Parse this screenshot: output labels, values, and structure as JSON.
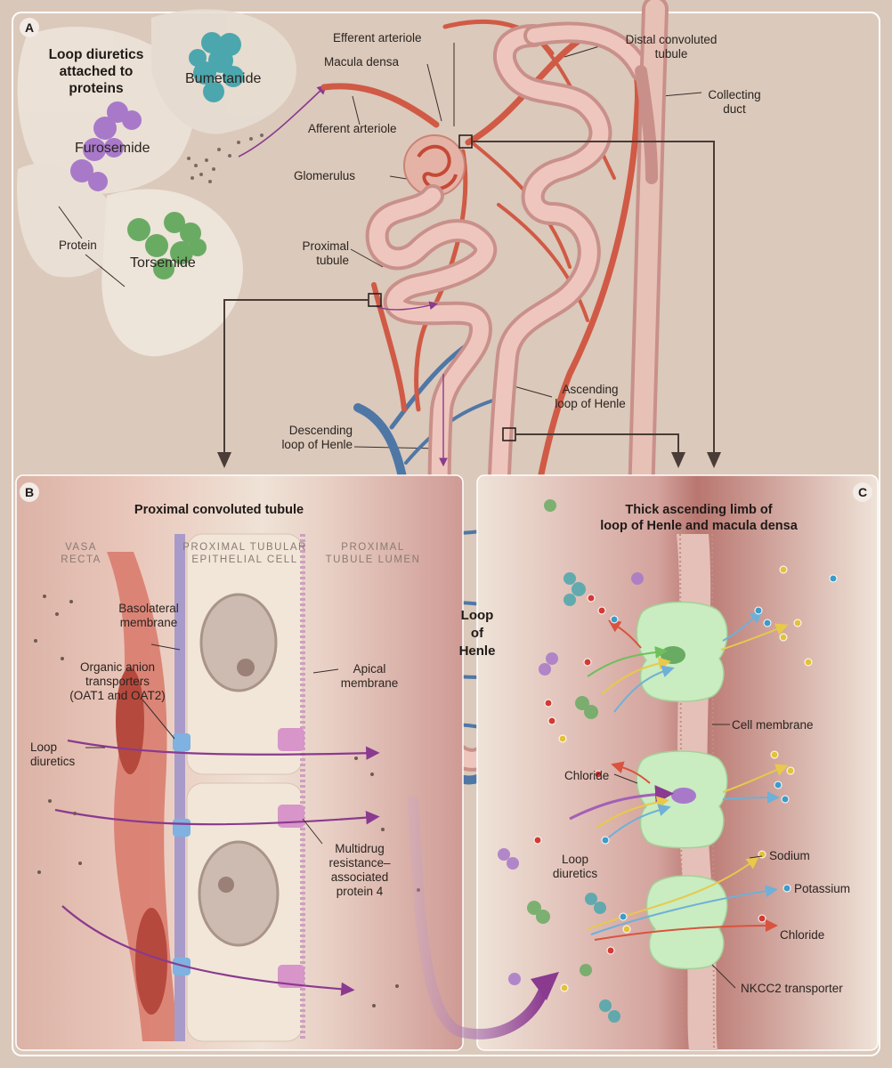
{
  "panel_a": {
    "letter": "A",
    "title_lines": [
      "Loop diuretics",
      "attached to",
      "proteins"
    ],
    "drugs": {
      "bumetanide": "Bumetanide",
      "furosemide": "Furosemide",
      "torsemide": "Torsemide"
    },
    "protein_label": "Protein",
    "labels": {
      "efferent_arteriole": "Efferent arteriole",
      "macula_densa": "Macula densa",
      "afferent_arteriole": "Afferent arteriole",
      "glomerulus": "Glomerulus",
      "proximal_tubule": [
        "Proximal",
        "tubule"
      ],
      "distal_convoluted_tubule": [
        "Distal convoluted",
        "tubule"
      ],
      "collecting_duct": [
        "Collecting",
        "duct"
      ],
      "ascending_loop": [
        "Ascending",
        "loop of Henle"
      ],
      "descending_loop": [
        "Descending",
        "loop of Henle"
      ],
      "loop_of_henle": [
        "Loop",
        "of",
        "Henle"
      ]
    }
  },
  "panel_b": {
    "letter": "B",
    "title": "Proximal convoluted tubule",
    "regions": {
      "vasa_recta": [
        "VASA",
        "RECTA"
      ],
      "epithelial": [
        "PROXIMAL TUBULAR",
        "EPITHELIAL CELL"
      ],
      "lumen": [
        "PROXIMAL",
        "TUBULE LUMEN"
      ]
    },
    "labels": {
      "basolateral": [
        "Basolateral",
        "membrane"
      ],
      "oat": [
        "Organic anion",
        "transporters",
        "(OAT1 and OAT2)"
      ],
      "loop_diuretics": [
        "Loop",
        "diuretics"
      ],
      "apical": [
        "Apical",
        "membrane"
      ],
      "mrp4": [
        "Multidrug",
        "resistance–",
        "associated",
        "protein 4"
      ]
    }
  },
  "panel_c": {
    "letter": "C",
    "title_lines": [
      "Thick ascending limb of",
      "loop of Henle and macula densa"
    ],
    "labels": {
      "cell_membrane": "Cell membrane",
      "chloride_left": "Chloride",
      "loop_diuretics": [
        "Loop",
        "diuretics"
      ],
      "sodium": "Sodium",
      "potassium": "Potassium",
      "chloride": "Chloride",
      "nkcc2": "NKCC2 transporter"
    }
  },
  "colors": {
    "background": "#d9c7b9",
    "artery": "#d05a45",
    "vein": "#4f77a6",
    "tubule": "#e6b3ab",
    "drug_arrow": "#8a3a8f",
    "sodium": "#e3c23a",
    "potassium": "#3d9cc9",
    "chloride": "#d23b34",
    "nkcc2": "#c9ecc0",
    "furosemide": "#a879c9",
    "bumetanide": "#4ba7ad",
    "torsemide": "#6aab63"
  }
}
